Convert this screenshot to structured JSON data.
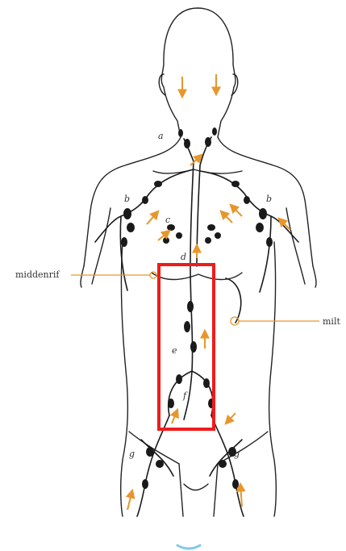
{
  "labels": {
    "a": "a",
    "b": "b",
    "c": "c",
    "d": "d",
    "e": "e",
    "f": "f",
    "g": "g",
    "diaphragm": "middenrif",
    "spleen": "milt"
  },
  "colors": {
    "outline": "#222222",
    "arrow": "#e8962b",
    "leader": "#e8962b",
    "highlight": "#ee1c1c",
    "node": "#1a1a1a",
    "scroll_hint": "#7fc8ee"
  },
  "icons": {
    "arrows": "arrow-icon",
    "scroll": "chevron-down-icon"
  }
}
